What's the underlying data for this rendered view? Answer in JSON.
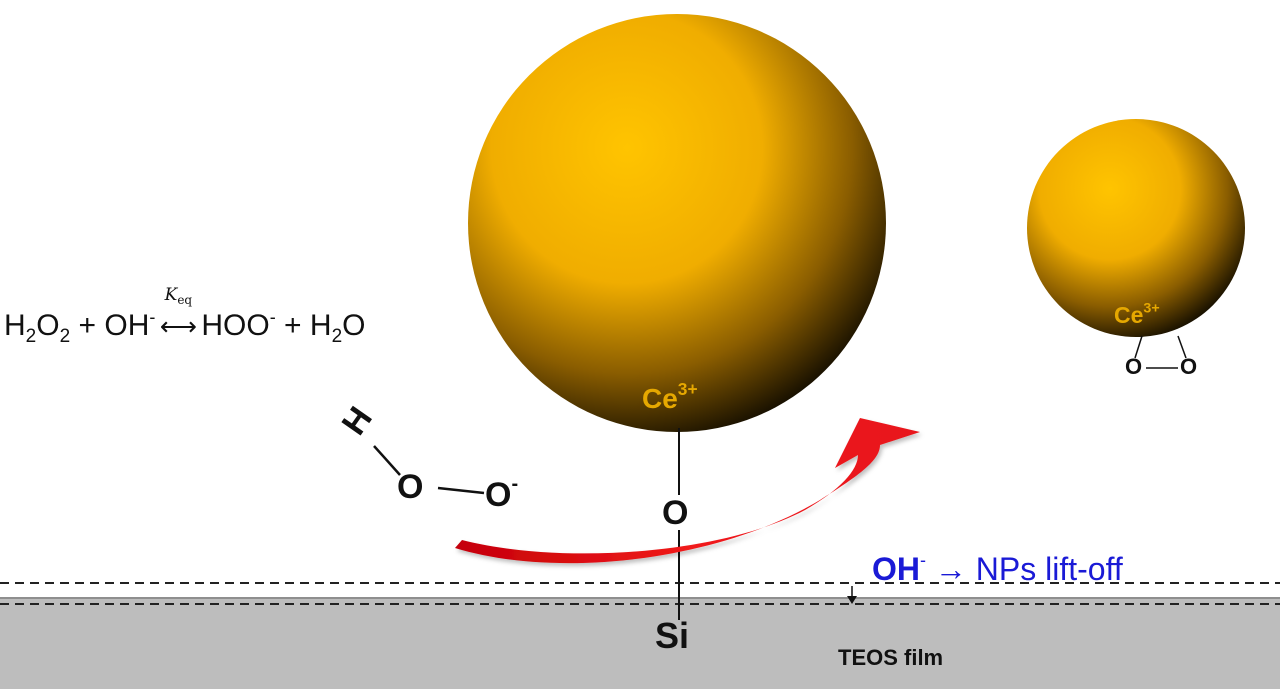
{
  "equation": {
    "h2o2": "H",
    "h2o2_sub1": "2",
    "h2o2_o": "O",
    "h2o2_sub2": "2",
    "plus1": " + ",
    "oh": "OH",
    "oh_sup": "-",
    "k_symbol": "K",
    "k_sub": "eq",
    "arrow": "⟷",
    "hoo": "HOO",
    "hoo_sup": "-",
    "plus2": " + ",
    "h2o": "H",
    "h2o_sub": "2",
    "h2o_o": "O"
  },
  "large_particle": {
    "label": "Ce",
    "label_sup": "3+",
    "bond_atom": "O",
    "surface_atom": "Si"
  },
  "small_particle": {
    "label": "Ce",
    "label_sup": "3+",
    "atom_left": "O",
    "atom_right": "O"
  },
  "peroxide": {
    "h": "H",
    "o1": "O",
    "o2": "O",
    "o2_sup": "-"
  },
  "liftoff": {
    "oh": "OH",
    "oh_sup": "-",
    "arrow": "→",
    "text": " NPs lift-off"
  },
  "film": {
    "label": "TEOS film"
  },
  "colors": {
    "particle_light": "#ffc400",
    "particle_dark": "#1a1200",
    "ce_label": "#e6a800",
    "arrow_red": "#e8141a",
    "film_gray": "#bdbdbd",
    "liftoff_blue": "#1a1ad6"
  }
}
